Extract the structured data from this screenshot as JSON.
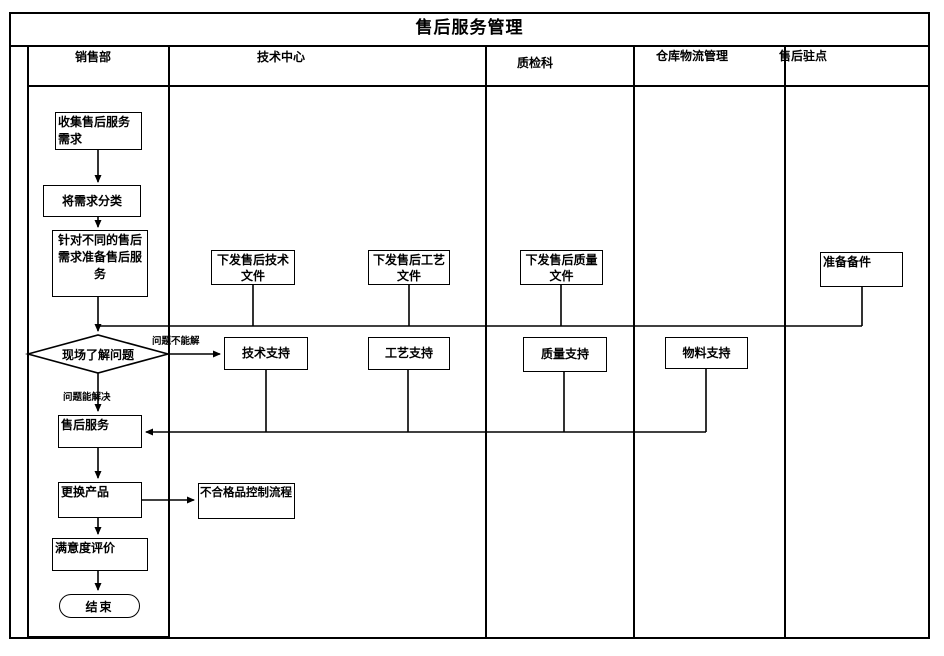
{
  "title": "售后服务管理",
  "lanes": [
    {
      "label": "销售部"
    },
    {
      "label": "技术中心"
    },
    {
      "label": "质检科"
    },
    {
      "label": "仓库物流管理"
    },
    {
      "label": "售后驻点"
    }
  ],
  "nodes": {
    "collect": {
      "label": "收集售后服务需求"
    },
    "classify": {
      "label": "将需求分类"
    },
    "prepare": {
      "label": "针对不同的售后需求准备售后服务"
    },
    "inspect_decision": {
      "label": "现场了解问题"
    },
    "tech_doc": {
      "label": "下发售后技术文件"
    },
    "craft_doc": {
      "label": "下发售后工艺文件"
    },
    "quality_doc": {
      "label": "下发售后质量文件"
    },
    "spare_parts": {
      "label": "准备备件"
    },
    "tech_support": {
      "label": "技术支持"
    },
    "craft_support": {
      "label": "工艺支持"
    },
    "quality_support": {
      "label": "质量支持"
    },
    "material_support": {
      "label": "物料支持"
    },
    "after_service": {
      "label": "售后服务"
    },
    "replace_product": {
      "label": "更换产品"
    },
    "nonconforming": {
      "label": "不合格品控制流程"
    },
    "evaluation": {
      "label": "满意度评价"
    },
    "end": {
      "label": "结束"
    }
  },
  "edge_labels": {
    "cannot_solve": "问题不能解",
    "can_solve": "问题能解决"
  },
  "colors": {
    "line": "#000000",
    "background": "#ffffff"
  }
}
